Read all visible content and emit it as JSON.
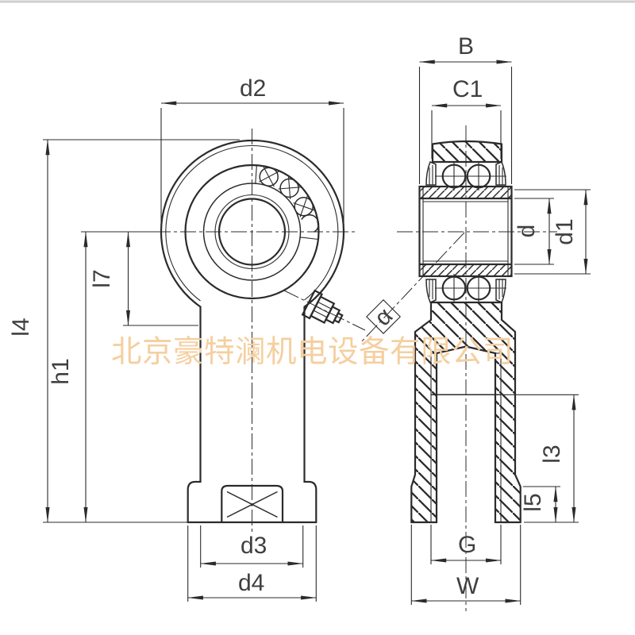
{
  "drawing": {
    "type": "technical-drawing",
    "subject": "rod end bearing with ball bearing rows and internal thread, two orthographic views",
    "labels": {
      "d2": "d2",
      "B": "B",
      "C1": "C1",
      "d": "d",
      "d1": "d1",
      "l7": "l7",
      "l4": "l4",
      "h1": "h1",
      "alpha": "α",
      "l3": "l3",
      "l5": "l5",
      "d3": "d3",
      "d4": "d4",
      "G": "G",
      "W": "W"
    },
    "watermark": {
      "text": "北京豪特澜机电设备有限公司",
      "color": "#f5cfa0"
    },
    "colors": {
      "line": "#2b2b2b",
      "dim_text": "#3f3f3f",
      "background": "#ffffff"
    }
  }
}
